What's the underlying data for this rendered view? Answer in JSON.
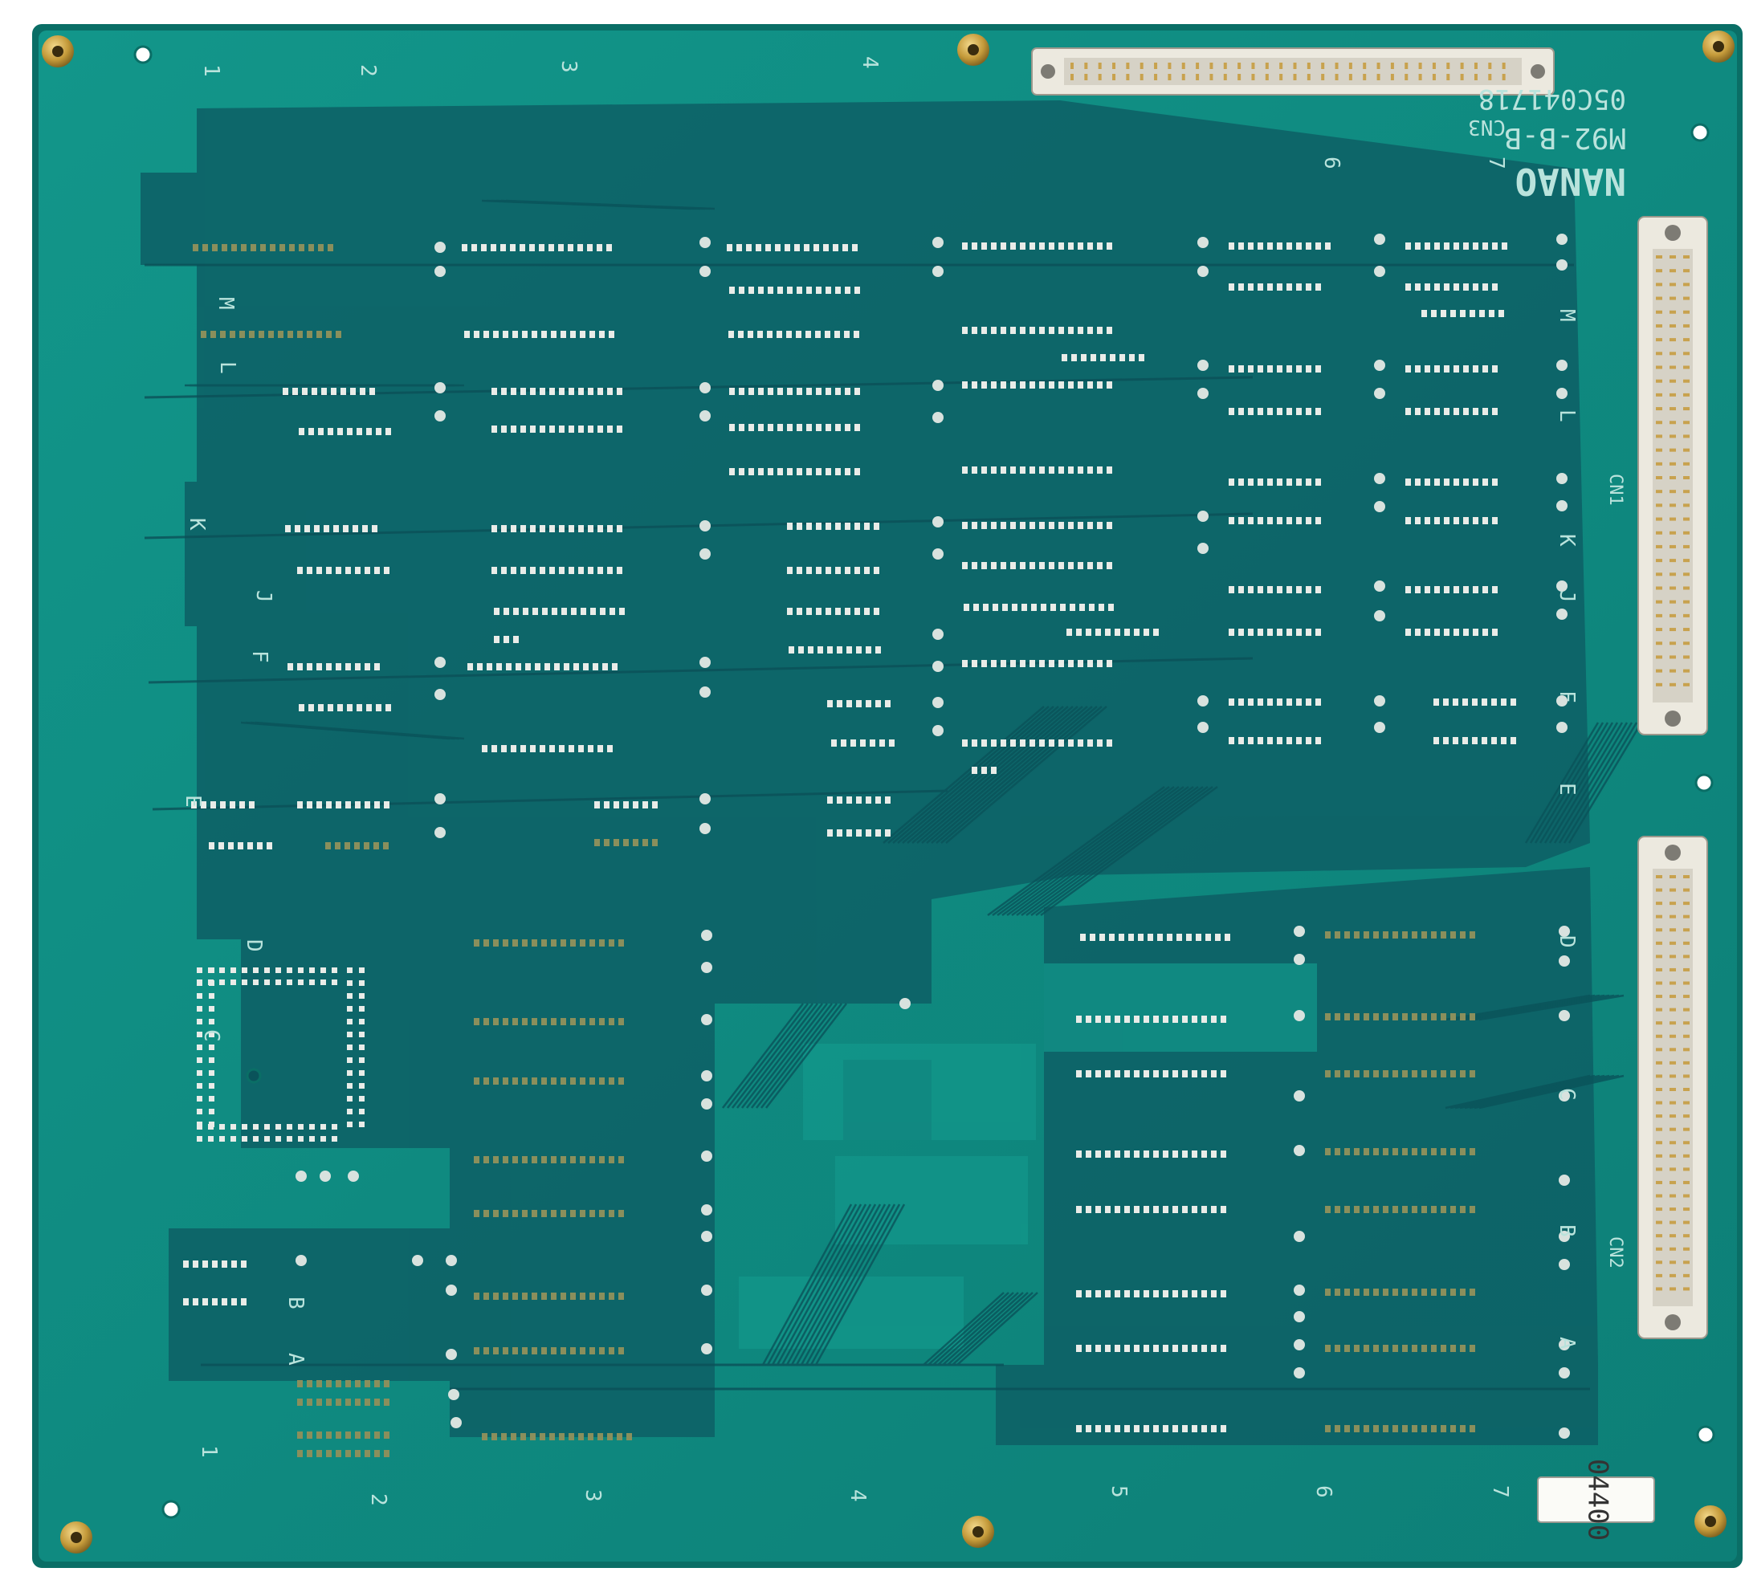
{
  "photo": {
    "subject": "printed circuit board, solder side",
    "colors": {
      "board": "#0f8c82",
      "board_edge": "#0a6e66",
      "dark_trace_area": "#0d5f65",
      "pad": "#e9ece8",
      "solder": "#8a8f5c",
      "brass": "#c49a3a",
      "connector": "#ece9df",
      "connector_pin": "#c8a24e",
      "silkscreen": "#b9e3dc",
      "background": "#ffffff"
    }
  },
  "markings": {
    "brand": "NANAO",
    "model": "M92-B-B",
    "part_number": "05C041718",
    "cn1": "CN1",
    "cn2": "CN2",
    "cn3": "CN3",
    "sticker_number": "04400",
    "columns_top": [
      "1",
      "2",
      "3",
      "4"
    ],
    "columns_bottom": [
      "1",
      "2",
      "3",
      "4",
      "5",
      "6",
      "7"
    ],
    "column_top_right": [
      "6",
      "7"
    ],
    "rows_left": [
      "M",
      "L",
      "K",
      "J",
      "F",
      "E",
      "D",
      "C",
      "B",
      "A"
    ],
    "rows_right": [
      "M",
      "L",
      "K",
      "J",
      "F",
      "E",
      "D",
      "C",
      "B",
      "A"
    ]
  },
  "connectors": [
    {
      "label": "CN3",
      "pins_per_row": 32,
      "orientation": "horizontal"
    },
    {
      "label": "CN1",
      "pins_per_row": 32,
      "orientation": "vertical"
    },
    {
      "label": "CN2",
      "pins_per_row": 32,
      "orientation": "vertical"
    }
  ]
}
